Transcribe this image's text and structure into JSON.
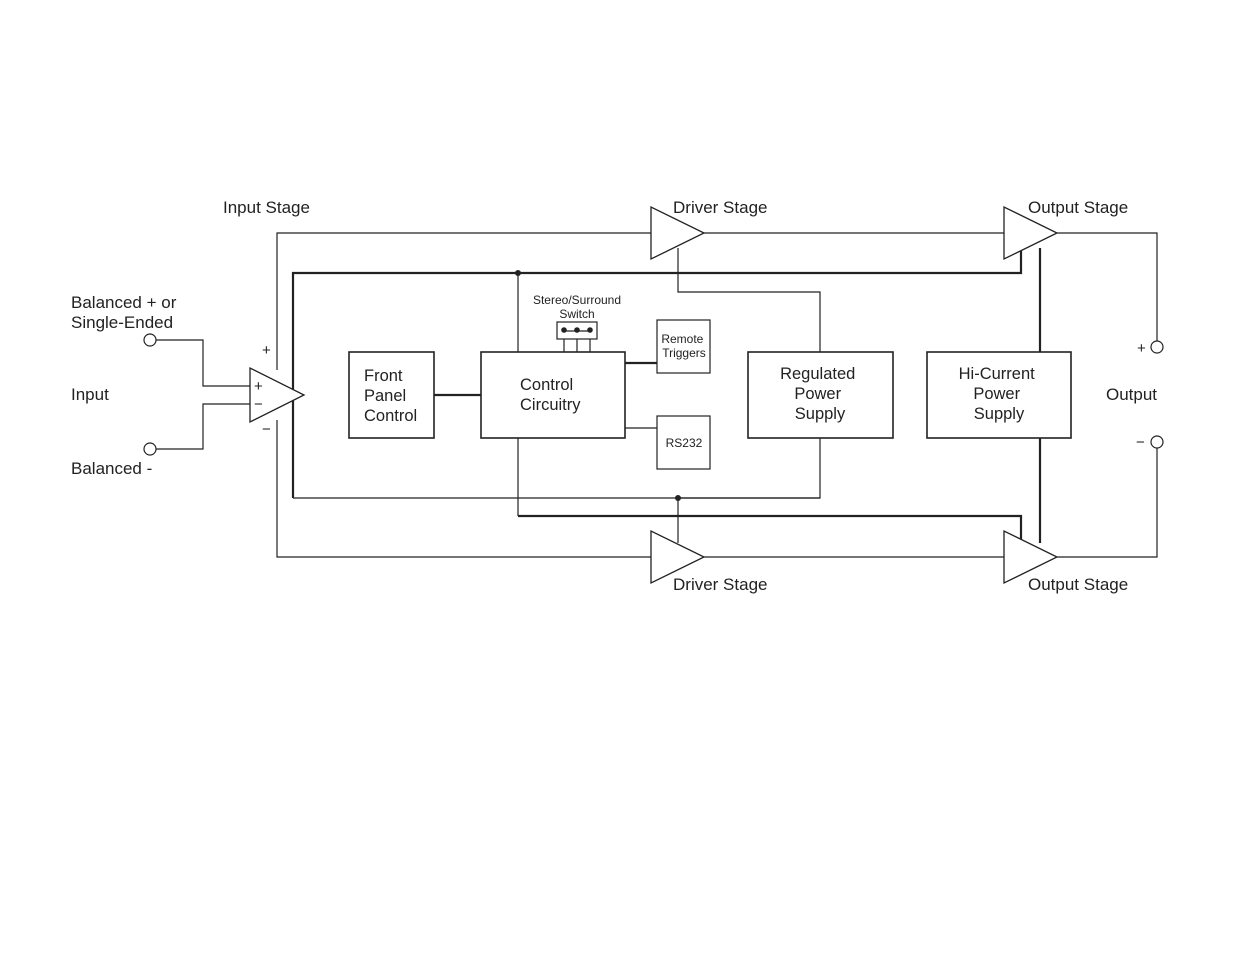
{
  "labels": {
    "input_stage": "Input Stage",
    "driver_stage_top": "Driver Stage",
    "driver_stage_bottom": "Driver Stage",
    "output_stage_top": "Output Stage",
    "output_stage_bottom": "Output Stage",
    "input_plus_line1": "Balanced + or",
    "input_plus_line2": "Single-Ended",
    "input": "Input",
    "input_minus": "Balanced -",
    "output": "Output",
    "output_plus_sign": "+",
    "output_minus_sign": "−",
    "input_amp_plus_outer": "+",
    "input_amp_minus_outer": "−",
    "input_amp_plus_inner": "+",
    "input_amp_minus_inner": "−",
    "switch_line1": "Stereo/Surround",
    "switch_line2": "Switch"
  },
  "blocks": {
    "front_panel": [
      "Front",
      "Panel",
      "Control"
    ],
    "control": [
      "Control",
      "Circuitry"
    ],
    "remote": [
      "Remote",
      "Triggers"
    ],
    "rs232": [
      "RS232"
    ],
    "regulated": [
      "Regulated",
      "Power",
      "Supply"
    ],
    "hicurrent": [
      "Hi-Current",
      "Power",
      "Supply"
    ]
  }
}
